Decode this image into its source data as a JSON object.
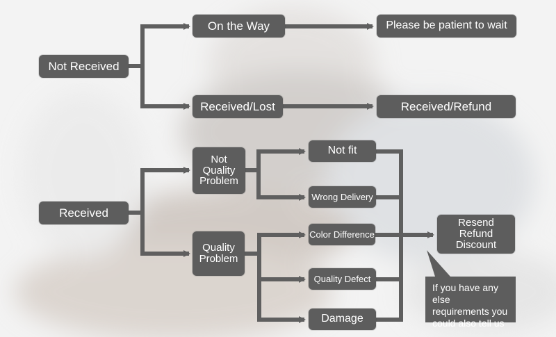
{
  "colors": {
    "box": "#5d5d5d",
    "connector": "#5f5f5f",
    "text": "#ffffff"
  },
  "nodes": {
    "not_received": "Not Received",
    "on_the_way": "On the Way",
    "please_wait": "Please be patient to wait",
    "received_lost": "Received/Lost",
    "received_refund": "Received/Refund",
    "received": "Received",
    "not_quality_problem": "Not\nQuality\nProblem",
    "quality_problem": "Quality\nProblem",
    "not_fit": "Not fit",
    "wrong_delivery": "Wrong Delivery",
    "color_difference": "Color Difference",
    "quality_defect": "Quality Defect",
    "damage": "Damage",
    "resend_refund_discount": "Resend\nRefund\nDiscount",
    "note": "If you have any else\nrequirements you\ncould also tell us"
  }
}
